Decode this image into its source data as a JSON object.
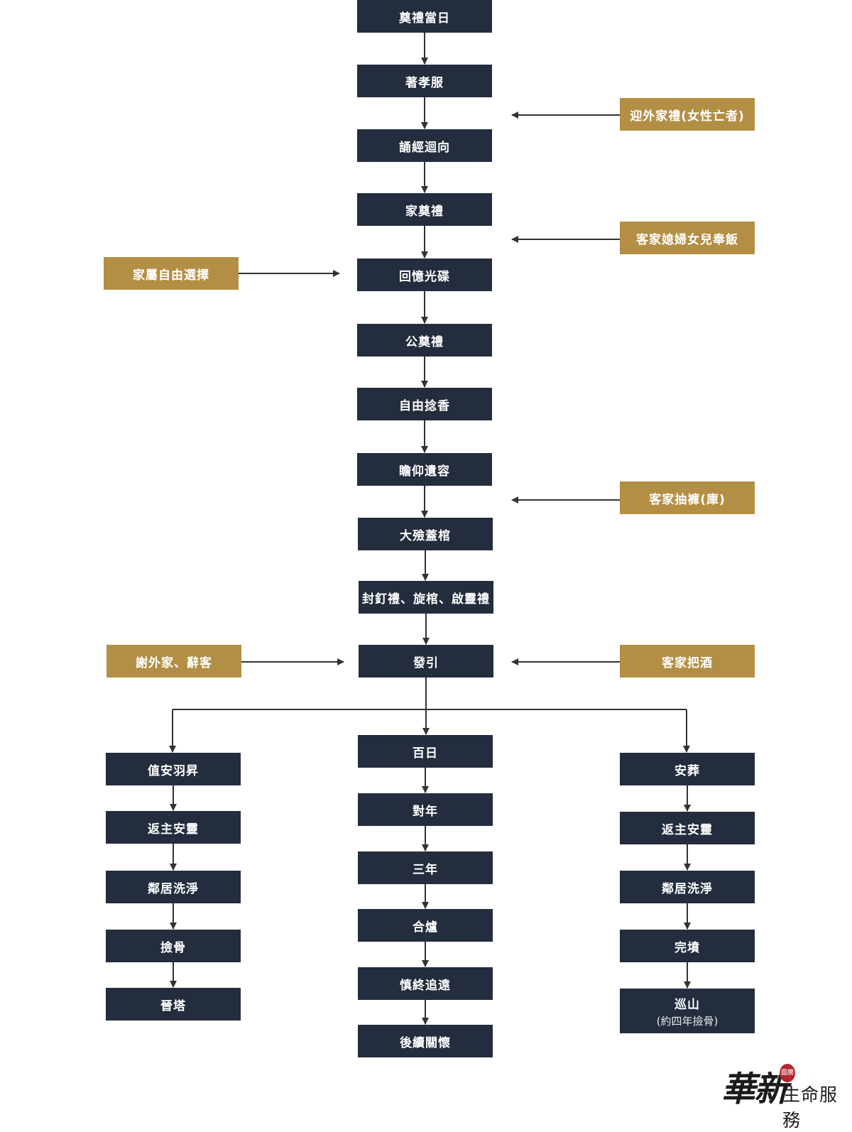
{
  "main_flow": [
    {
      "id": "n1",
      "label": "奠禮當日"
    },
    {
      "id": "n2",
      "label": "著孝服"
    },
    {
      "id": "n3",
      "label": "誦經迴向"
    },
    {
      "id": "n4",
      "label": "家奠禮"
    },
    {
      "id": "n5",
      "label": "回憶光碟"
    },
    {
      "id": "n6",
      "label": "公奠禮"
    },
    {
      "id": "n7",
      "label": "自由捻香"
    },
    {
      "id": "n8",
      "label": "瞻仰遺容"
    },
    {
      "id": "n9",
      "label": "大殮蓋棺"
    },
    {
      "id": "n10",
      "label": "封釘禮、旋棺、啟靈禮"
    },
    {
      "id": "n11",
      "label": "發引"
    }
  ],
  "side_notes": [
    {
      "id": "g1",
      "label": "迎外家禮(女性亡者)"
    },
    {
      "id": "g2",
      "label": "客家媳婦女兒奉飯"
    },
    {
      "id": "g3",
      "label": "家屬自由選擇"
    },
    {
      "id": "g4",
      "label": "客家抽褲(庫)"
    },
    {
      "id": "g5",
      "label": "謝外家、辭客"
    },
    {
      "id": "g6",
      "label": "客家把酒"
    }
  ],
  "branches": {
    "left": [
      {
        "id": "l1",
        "label": "值安羽昇"
      },
      {
        "id": "l2",
        "label": "返主安靈"
      },
      {
        "id": "l3",
        "label": "鄰居洗淨"
      },
      {
        "id": "l4",
        "label": "撿骨"
      },
      {
        "id": "l5",
        "label": "晉塔"
      }
    ],
    "middle": [
      {
        "id": "m1",
        "label": "百日"
      },
      {
        "id": "m2",
        "label": "對年"
      },
      {
        "id": "m3",
        "label": "三年"
      },
      {
        "id": "m4",
        "label": "合爐"
      },
      {
        "id": "m5",
        "label": "慎終追遠"
      },
      {
        "id": "m6",
        "label": "後續關懷"
      }
    ],
    "right": [
      {
        "id": "r1",
        "label": "安葬"
      },
      {
        "id": "r2",
        "label": "返主安靈"
      },
      {
        "id": "r3",
        "label": "鄰居洗淨"
      },
      {
        "id": "r4",
        "label": "完墳"
      },
      {
        "id": "r5",
        "label": "巡山",
        "sub": "(約四年撿骨)"
      }
    ]
  },
  "colors": {
    "dark_box": "#232d3d",
    "gold_box": "#b38f45",
    "line": "#333333"
  },
  "logo": {
    "main": "華新",
    "seal": "圖騰",
    "sub": "生命服務"
  }
}
